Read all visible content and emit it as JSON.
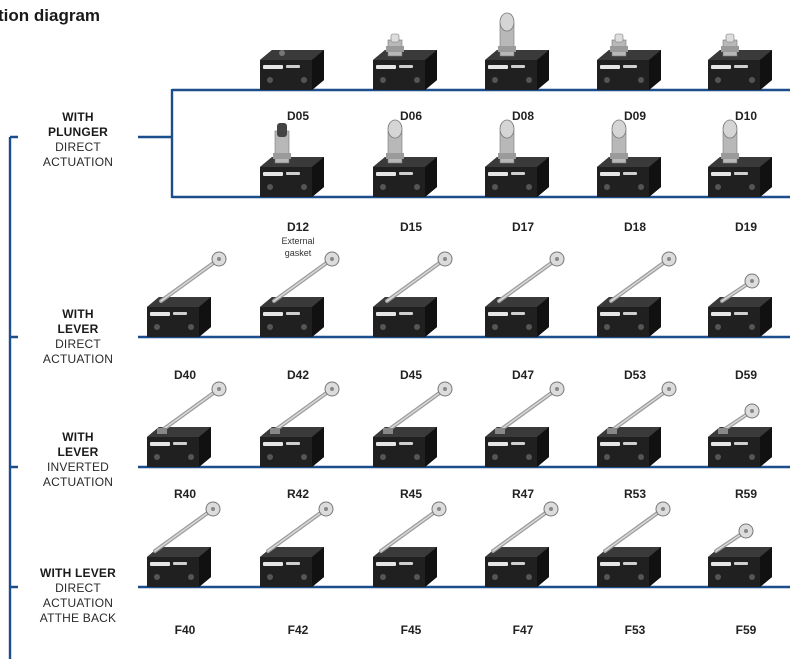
{
  "title": "tion diagram",
  "colors": {
    "line": "#1d4e8c",
    "switch_body": "#202020",
    "metal": "#b8b8b8"
  },
  "groups": [
    {
      "id": "plunger",
      "lines": [
        "WITH",
        "PLUNGER",
        "DIRECT",
        "ACTUATION"
      ]
    },
    {
      "id": "lever",
      "lines": [
        "WITH",
        "LEVER",
        "DIRECT",
        "ACTUATION"
      ]
    },
    {
      "id": "inverted",
      "lines": [
        "WITH",
        "LEVER",
        "INVERTED",
        "ACTUATION"
      ]
    },
    {
      "id": "back",
      "lines": [
        "WITH LEVER",
        "DIRECT",
        "ACTUATION",
        "ATTHE BACK"
      ]
    }
  ],
  "rows": [
    {
      "group": "plunger",
      "actuator": "plunger",
      "items": [
        {
          "code": "D05",
          "icon": "flush-plunger-switch-icon"
        },
        {
          "code": "D06",
          "icon": "pin-plunger-switch-icon"
        },
        {
          "code": "D08",
          "icon": "roller-plunger-switch-icon"
        },
        {
          "code": "D09",
          "icon": "panel-plunger-switch-icon"
        },
        {
          "code": "D10",
          "icon": "panel-plunger-switch-icon"
        }
      ]
    },
    {
      "group": "plunger",
      "actuator": "plunger",
      "items": [
        {
          "code": "D12",
          "note": [
            "External",
            "gasket"
          ],
          "icon": "gasket-plunger-switch-icon"
        },
        {
          "code": "D15",
          "icon": "roller-plunger-switch-icon"
        },
        {
          "code": "D17",
          "icon": "roller-plunger-switch-icon"
        },
        {
          "code": "D18",
          "icon": "side-roller-plunger-switch-icon"
        },
        {
          "code": "D19",
          "icon": "cross-roller-plunger-switch-icon"
        }
      ]
    },
    {
      "group": "lever",
      "actuator": "lever",
      "items": [
        {
          "code": "D40",
          "icon": "roller-lever-switch-icon"
        },
        {
          "code": "D42",
          "icon": "roller-lever-switch-icon"
        },
        {
          "code": "D45",
          "icon": "roller-lever-switch-icon"
        },
        {
          "code": "D47",
          "icon": "roller-lever-switch-icon"
        },
        {
          "code": "D53",
          "icon": "roller-lever-switch-icon"
        },
        {
          "code": "D59",
          "icon": "short-roller-lever-switch-icon"
        }
      ]
    },
    {
      "group": "inverted",
      "actuator": "lever",
      "items": [
        {
          "code": "R40",
          "icon": "inverted-roller-lever-switch-icon"
        },
        {
          "code": "R42",
          "icon": "inverted-roller-lever-switch-icon"
        },
        {
          "code": "R45",
          "icon": "inverted-roller-lever-switch-icon"
        },
        {
          "code": "R47",
          "icon": "inverted-roller-lever-switch-icon"
        },
        {
          "code": "R53",
          "icon": "inverted-roller-lever-switch-icon"
        },
        {
          "code": "R59",
          "icon": "inverted-short-roller-lever-switch-icon"
        }
      ]
    },
    {
      "group": "back",
      "actuator": "lever",
      "items": [
        {
          "code": "F40",
          "icon": "back-roller-lever-switch-icon"
        },
        {
          "code": "F42",
          "icon": "back-roller-lever-switch-icon"
        },
        {
          "code": "F45",
          "icon": "back-roller-lever-switch-icon"
        },
        {
          "code": "F47",
          "icon": "back-roller-lever-switch-icon"
        },
        {
          "code": "F53",
          "icon": "back-roller-lever-switch-icon"
        },
        {
          "code": "F59",
          "icon": "back-short-roller-lever-switch-icon"
        }
      ]
    }
  ]
}
